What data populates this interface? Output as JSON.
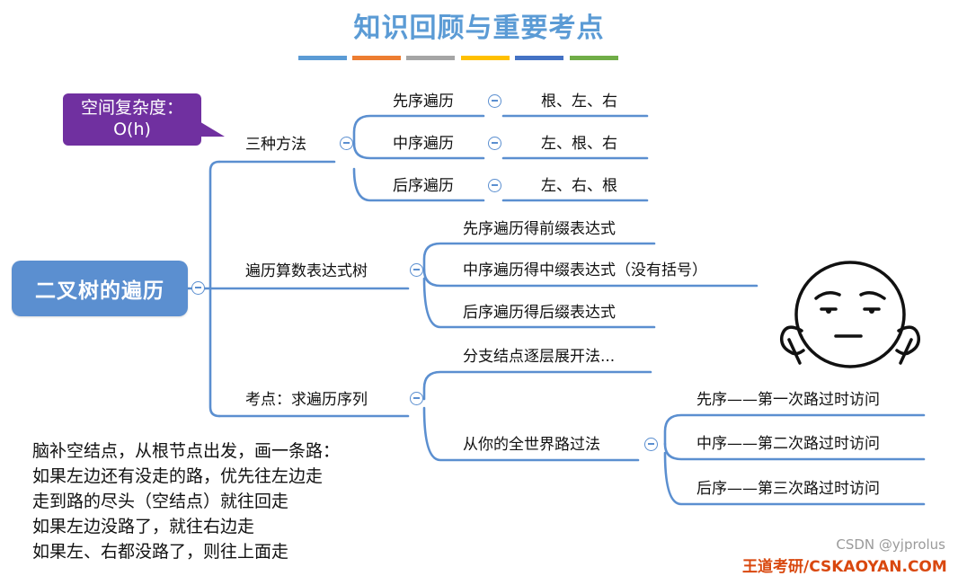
{
  "title": "知识回顾与重要考点",
  "stripe_colors": [
    "#5b9bd5",
    "#ed7d31",
    "#a5a5a5",
    "#ffc000",
    "#4472c4",
    "#70ad47"
  ],
  "accent_color": "#5b8fd0",
  "callout": {
    "line1": "空间复杂度：",
    "line2": "O(h)",
    "color": "#7030a0"
  },
  "root": "二叉树的遍历",
  "branches": {
    "methods": {
      "label": "三种方法",
      "items": [
        {
          "label": "先序遍历",
          "value": "根、左、右"
        },
        {
          "label": "中序遍历",
          "value": "左、根、右"
        },
        {
          "label": "后序遍历",
          "value": "左、右、根"
        }
      ]
    },
    "expression": {
      "label": "遍历算数表达式树",
      "items": [
        "先序遍历得前缀表达式",
        "中序遍历得中缀表达式（没有括号）",
        "后序遍历得后缀表达式"
      ]
    },
    "exam": {
      "label": "考点：求遍历序列",
      "items": {
        "expand": "分支结点逐层展开法...",
        "path": {
          "label": "从你的全世界路过法",
          "items": [
            "先序——第一次路过时访问",
            "中序——第二次路过时访问",
            "后序——第三次路过时访问"
          ]
        }
      }
    }
  },
  "notes": [
    "脑补空结点，从根节点出发，画一条路：",
    "如果左边还有没走的路，优先往左边走",
    "走到路的尽头（空结点）就往回走",
    "如果左边没路了，就往右边走",
    "如果左、右都没路了，则往上面走"
  ],
  "watermark": {
    "csdn": "CSDN @yjprolus",
    "brand": "王道考研/CSKAOYAN.COM"
  },
  "icons": {
    "meme": "shrug-face-icon",
    "collapse": "collapse-minus-icon"
  }
}
